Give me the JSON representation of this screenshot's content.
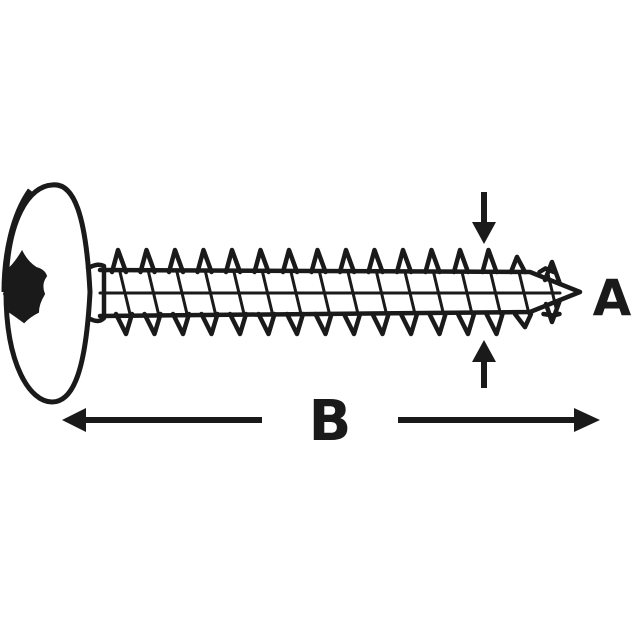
{
  "diagram": {
    "labels": {
      "diameter": "A",
      "length": "B"
    },
    "drive_type": "torx",
    "line_color": "#1a1a1a",
    "background": "#ffffff"
  }
}
